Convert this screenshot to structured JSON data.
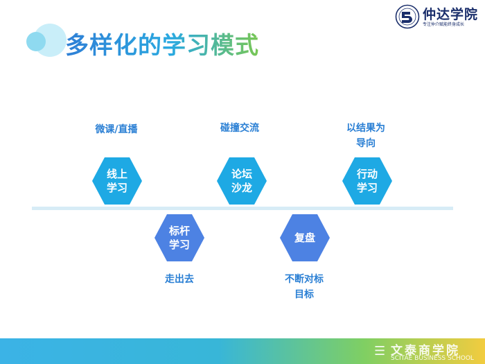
{
  "title": "多样化的学习模式",
  "logo": {
    "name": "仲达学院",
    "tagline": "专注仲介赋能终身成长"
  },
  "timeline": {
    "nodes": [
      {
        "text_line1": "线上",
        "text_line2": "学习",
        "label_line1": "微课/直播",
        "label_line2": ""
      },
      {
        "text_line1": "标杆",
        "text_line2": "学习",
        "label_line1": "走出去",
        "label_line2": ""
      },
      {
        "text_line1": "论坛",
        "text_line2": "沙龙",
        "label_line1": "碰撞交流",
        "label_line2": ""
      },
      {
        "text_line1": "复盘",
        "text_line2": "",
        "label_line1": "不断对标",
        "label_line2": "目标"
      },
      {
        "text_line1": "行动",
        "text_line2": "学习",
        "label_line1": "以结果为",
        "label_line2": "导向"
      }
    ]
  },
  "footer": {
    "name_cn": "文泰商学院",
    "name_en": "SCITAE BUSINESS SCHOOL"
  },
  "colors": {
    "accent_cyan": "#1ea9e4",
    "accent_blue": "#4d82e3",
    "label_blue": "#2a7fd4",
    "timeline": "#d7ecf6"
  }
}
